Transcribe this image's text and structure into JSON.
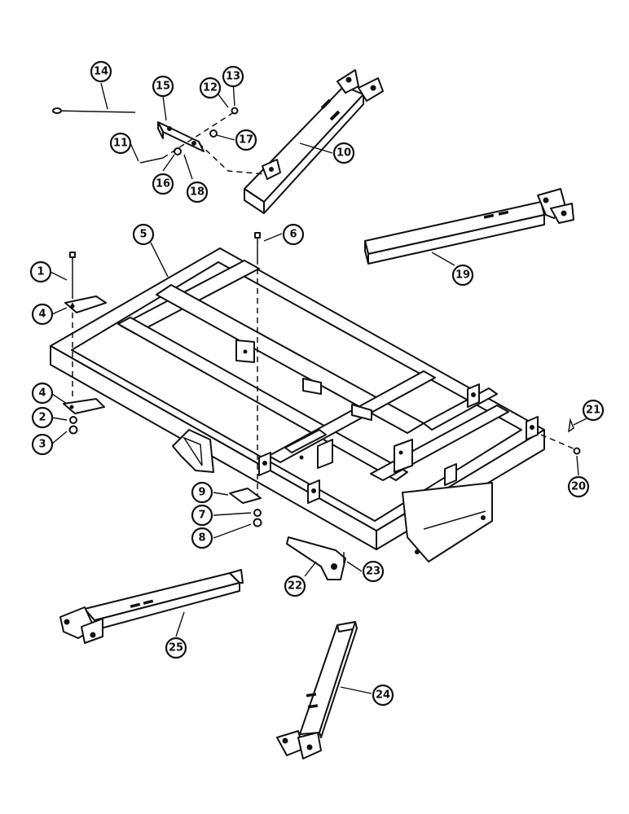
{
  "diagram": {
    "callouts": [
      {
        "id": "c1",
        "label": "1"
      },
      {
        "id": "c2",
        "label": "2"
      },
      {
        "id": "c3",
        "label": "3"
      },
      {
        "id": "c4a",
        "label": "4"
      },
      {
        "id": "c4b",
        "label": "4"
      },
      {
        "id": "c5",
        "label": "5"
      },
      {
        "id": "c6",
        "label": "6"
      },
      {
        "id": "c7",
        "label": "7"
      },
      {
        "id": "c8",
        "label": "8"
      },
      {
        "id": "c9",
        "label": "9"
      },
      {
        "id": "c10",
        "label": "10"
      },
      {
        "id": "c11",
        "label": "11"
      },
      {
        "id": "c12",
        "label": "12"
      },
      {
        "id": "c13",
        "label": "13"
      },
      {
        "id": "c14",
        "label": "14"
      },
      {
        "id": "c15",
        "label": "15"
      },
      {
        "id": "c16",
        "label": "16"
      },
      {
        "id": "c17",
        "label": "17"
      },
      {
        "id": "c18",
        "label": "18"
      },
      {
        "id": "c19",
        "label": "19"
      },
      {
        "id": "c20",
        "label": "20"
      },
      {
        "id": "c21",
        "label": "21"
      },
      {
        "id": "c22",
        "label": "22"
      },
      {
        "id": "c23",
        "label": "23"
      },
      {
        "id": "c24",
        "label": "24"
      },
      {
        "id": "c25",
        "label": "25"
      }
    ]
  }
}
